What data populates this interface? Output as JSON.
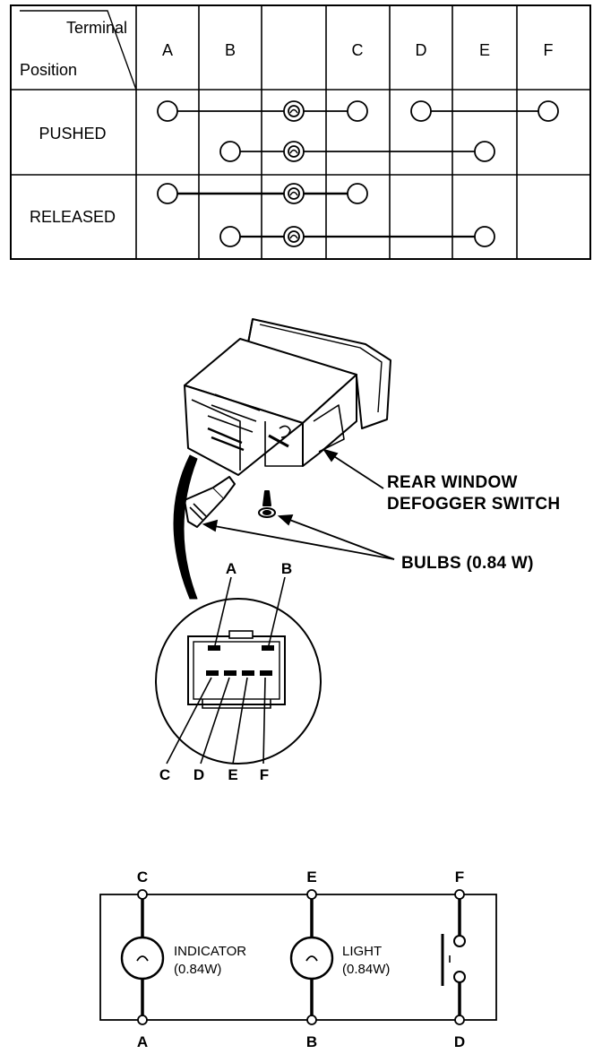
{
  "table": {
    "header_terminal": "Terminal",
    "header_position": "Position",
    "columns": [
      "A",
      "B",
      "",
      "C",
      "D",
      "E",
      "F"
    ],
    "rows": [
      {
        "label": "PUSHED"
      },
      {
        "label": "RELEASED"
      }
    ]
  },
  "component": {
    "switch_label_line1": "REAR WINDOW",
    "switch_label_line2": "DEFOGGER SWITCH",
    "bulbs_label": "BULBS (0.84 W)",
    "pin_top": [
      "A",
      "B"
    ],
    "pin_bottom": [
      "C",
      "D",
      "E",
      "F"
    ]
  },
  "schematic": {
    "top_terminals": [
      "C",
      "E",
      "F"
    ],
    "bottom_terminals": [
      "A",
      "B",
      "D"
    ],
    "indicator_line1": "INDICATOR",
    "indicator_line2": "(0.84W)",
    "light_line1": "LIGHT",
    "light_line2": "(0.84W)"
  }
}
